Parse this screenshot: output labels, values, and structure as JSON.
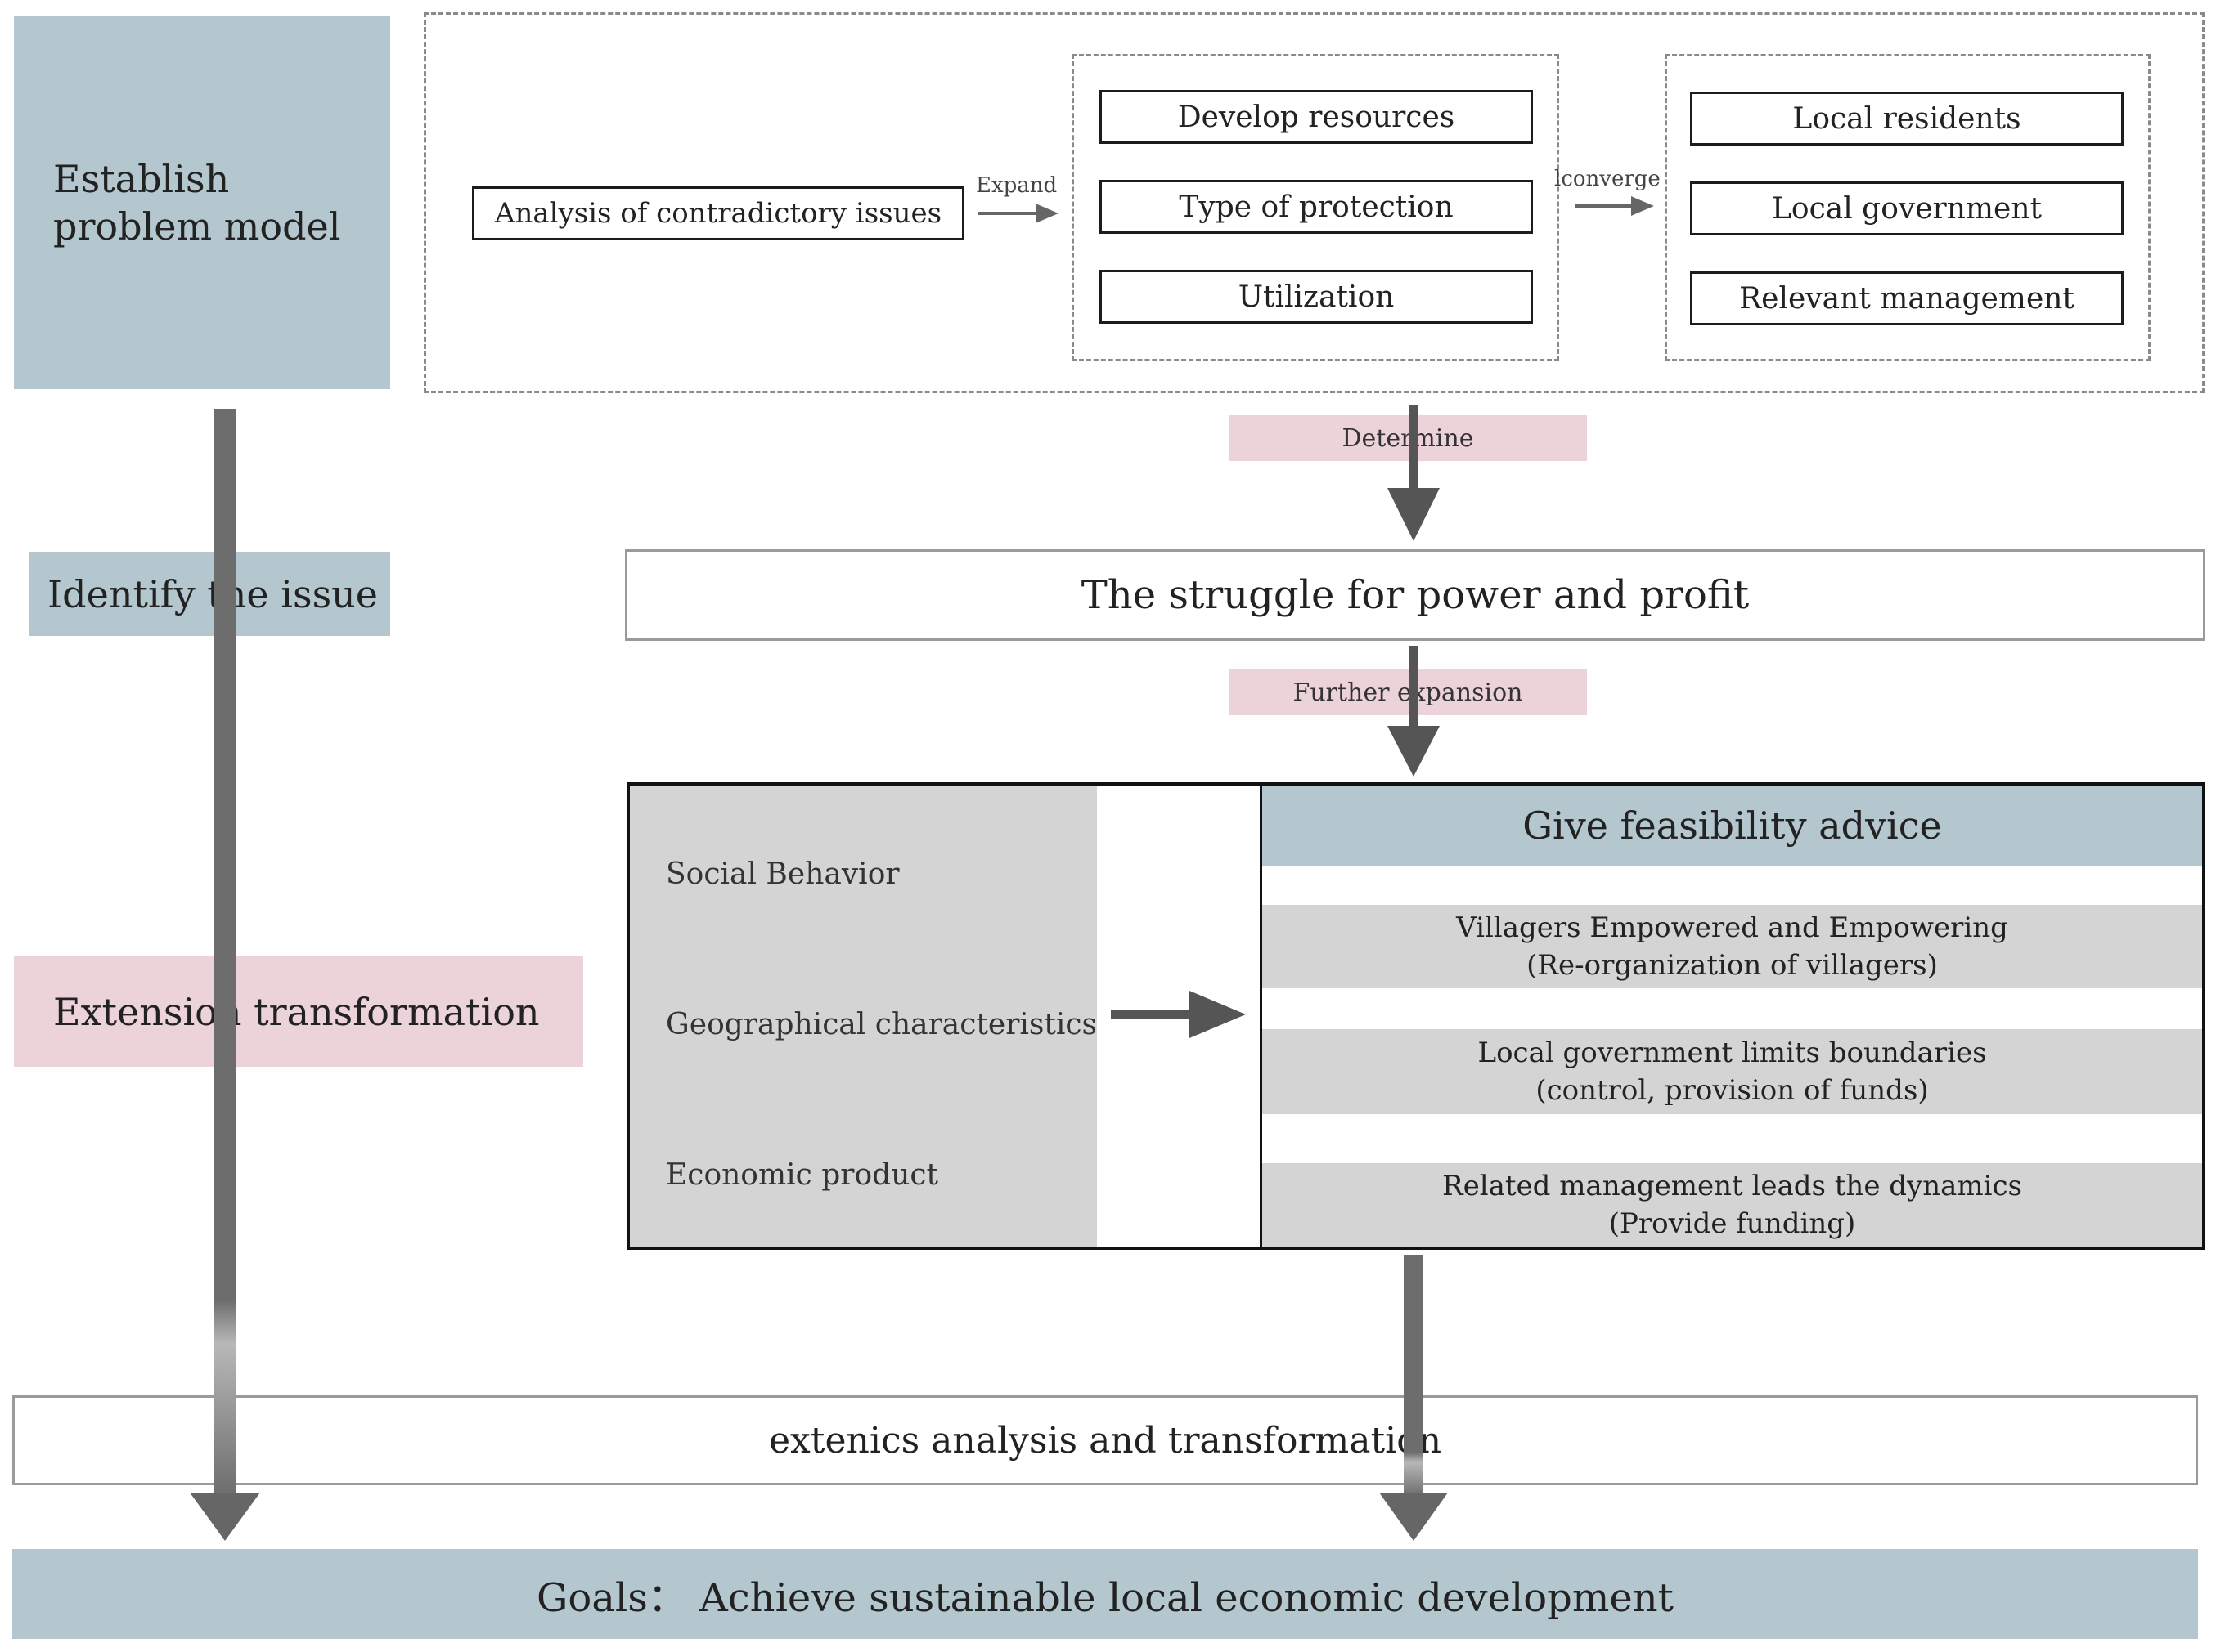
{
  "stages": {
    "establish": "Establish\nproblem model",
    "identify": "Identify the issue",
    "extension": "Extension transformation"
  },
  "model": {
    "source": "Analysis of contradictory issues",
    "expand_label": "Expand",
    "converge_label": "lconverge",
    "aspects": [
      "Develop resources",
      "Type of protection",
      "Utilization"
    ],
    "actors": [
      "Local residents",
      "Local government",
      "Relevant management"
    ]
  },
  "determine_label": "Determine",
  "issue": "The struggle for power and profit",
  "further_label": "Further expansion",
  "extension": {
    "factors": [
      "Social Behavior",
      "Geographical characteristics",
      "Economic product"
    ],
    "advice_title": "Give feasibility advice",
    "advice": [
      {
        "line1": "Villagers Empowered and Empowering",
        "line2": "(Re-organization of villagers)"
      },
      {
        "line1": "Local government limits boundaries",
        "line2": "(control, provision of funds)"
      },
      {
        "line1": "Related management leads the dynamics",
        "line2": "(Provide funding)"
      }
    ]
  },
  "analysis": "extenics analysis and transformation",
  "goal": "Goals： Achieve sustainable local economic development",
  "colors": {
    "blue": "#b4c7cf",
    "pink": "#ecd3da",
    "gray": "#d4d4d4"
  }
}
